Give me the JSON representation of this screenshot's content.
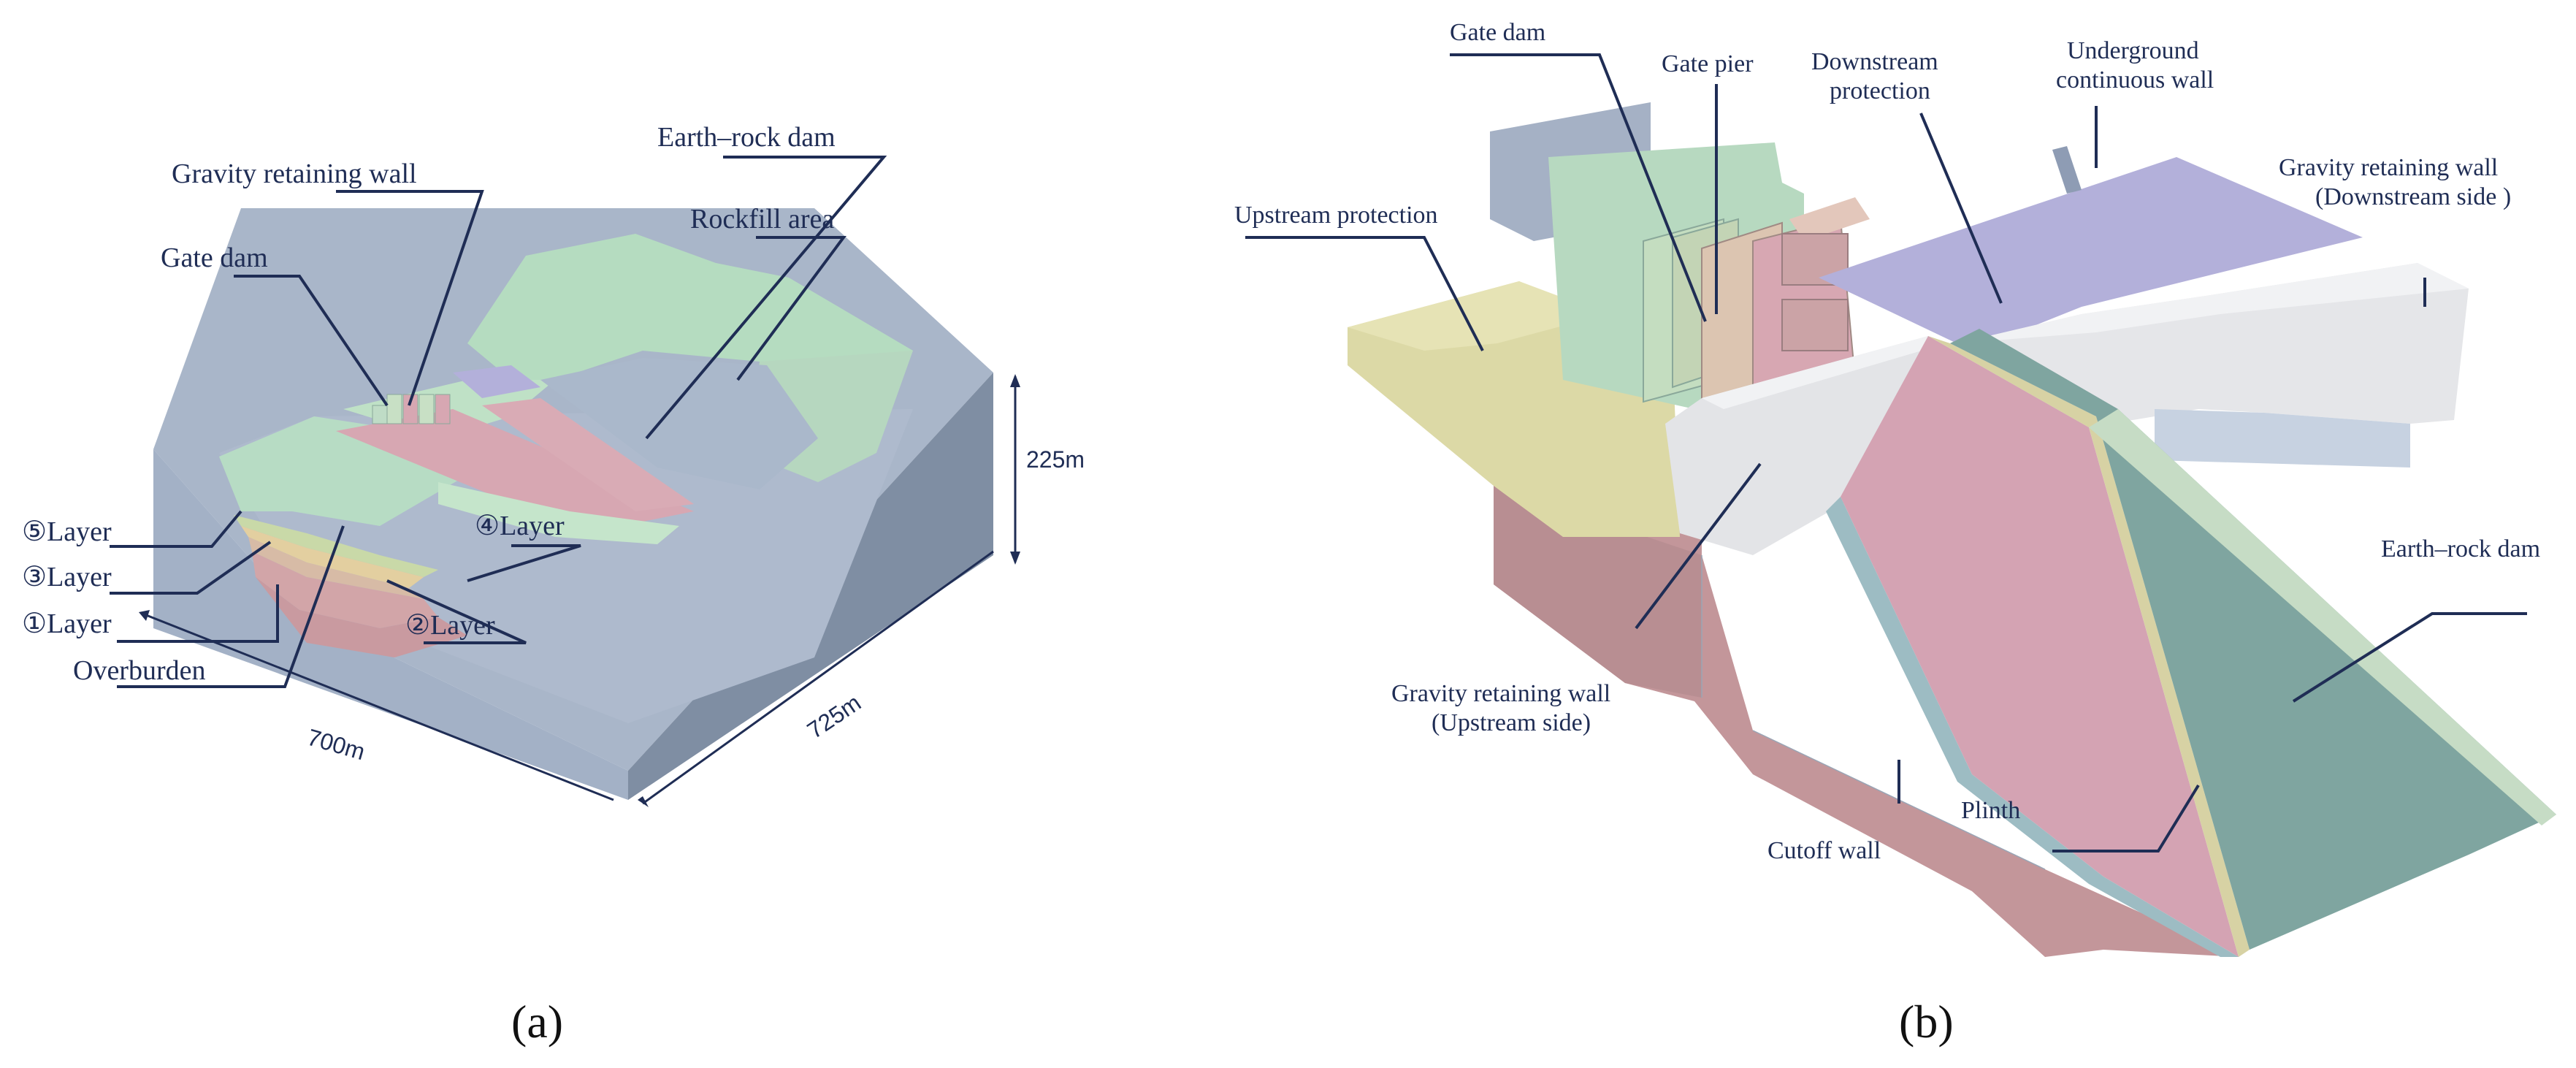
{
  "panel_a": {
    "caption": "(a)",
    "labels": {
      "gravity_retaining_wall": "Gravity retaining wall",
      "earth_rock_dam": "Earth–rock dam",
      "gate_dam": "Gate dam",
      "rockfill_area": "Rockfill area",
      "layer5": "⑤Layer",
      "layer4": "④Layer",
      "layer3": "③Layer",
      "layer2": "②Layer",
      "layer1": "①Layer",
      "overburden": "Overburden"
    },
    "dimensions": {
      "height": "225m",
      "width": "700m",
      "depth": "725m"
    }
  },
  "panel_b": {
    "caption": "(b)",
    "labels": {
      "gate_dam": "Gate dam",
      "gate_pier": "Gate pier",
      "downstream_protection_1": "Downstream",
      "downstream_protection_2": "protection",
      "underground_wall_1": "Underground",
      "underground_wall_2": "continuous wall",
      "upstream_protection": "Upstream protection",
      "grw_downstream_1": "Gravity retaining wall",
      "grw_downstream_2": "(Downstream side )",
      "earth_rock_dam": "Earth–rock dam",
      "grw_upstream_1": "Gravity retaining wall",
      "grw_upstream_2": "(Upstream side)",
      "plinth": "Plinth",
      "cutoff_wall": "Cutoff wall"
    }
  },
  "colors": {
    "block_blue": "#a9b6c9",
    "block_dark": "#7d8c9f",
    "green": "#b9dcc0",
    "pink": "#d7a7b2",
    "purple": "#b3b0da",
    "yellow": "#dcd9a6",
    "grey_wall": "#e3e4e7",
    "leader": "#1f2d55"
  }
}
